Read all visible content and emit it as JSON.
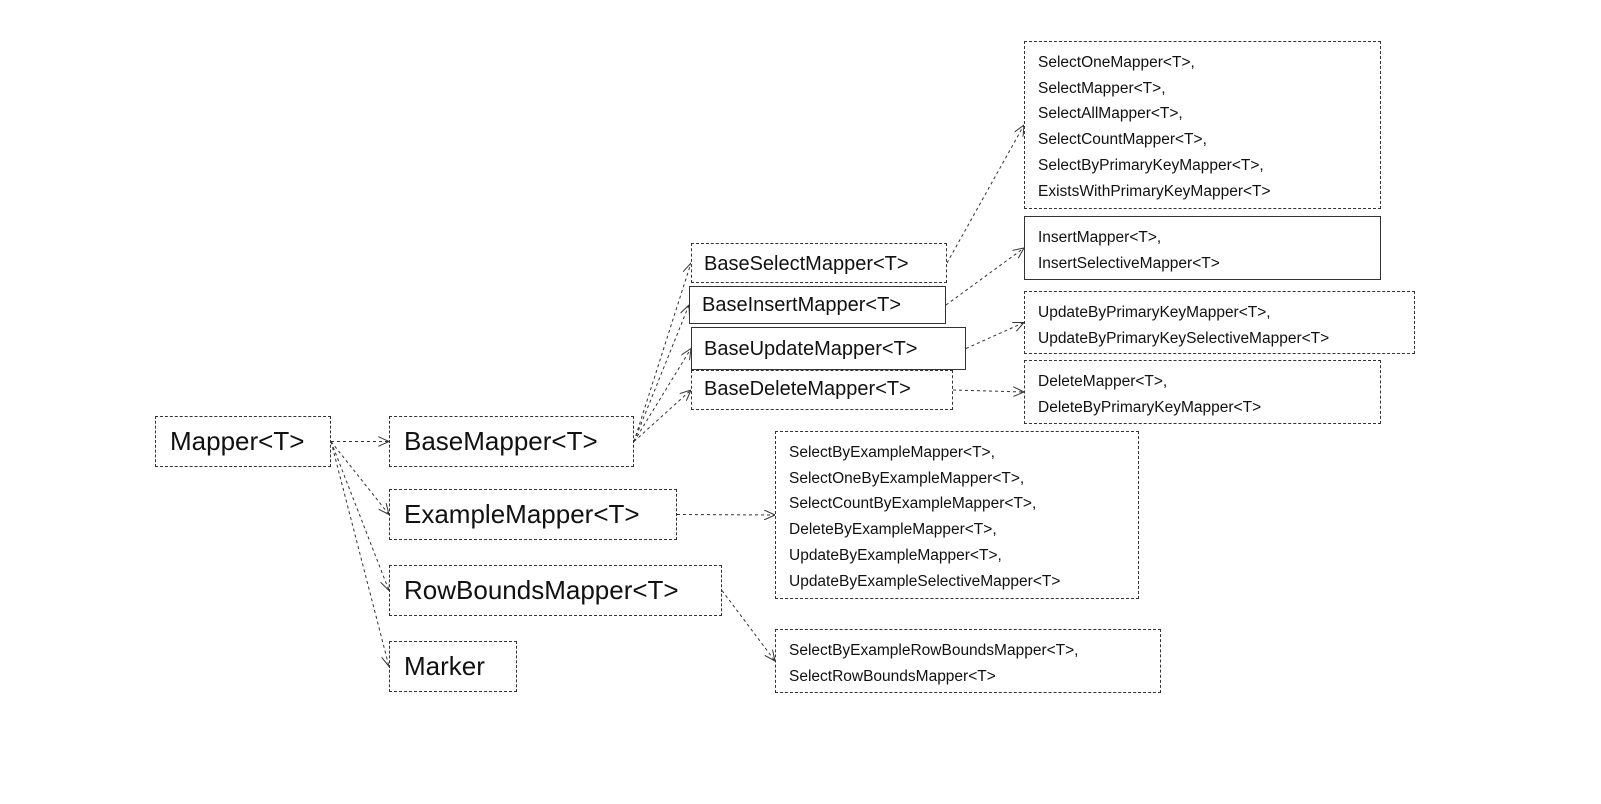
{
  "nodes": {
    "mapper": "Mapper<T>",
    "base_mapper": "BaseMapper<T>",
    "example_mapper": "ExampleMapper<T>",
    "rowbounds_mapper": "RowBoundsMapper<T>",
    "marker": "Marker",
    "base_select_mapper": "BaseSelectMapper<T>",
    "base_insert_mapper": "BaseInsertMapper<T>",
    "base_update_mapper": "BaseUpdateMapper<T>",
    "base_delete_mapper": "BaseDeleteMapper<T>"
  },
  "groups": {
    "select": [
      "SelectOneMapper<T>,",
      "SelectMapper<T>,",
      "SelectAllMapper<T>,",
      "SelectCountMapper<T>,",
      "SelectByPrimaryKeyMapper<T>,",
      "ExistsWithPrimaryKeyMapper<T>"
    ],
    "insert": [
      "InsertMapper<T>,",
      "InsertSelectiveMapper<T>"
    ],
    "update": [
      "UpdateByPrimaryKeyMapper<T>,",
      "UpdateByPrimaryKeySelectiveMapper<T>"
    ],
    "delete": [
      "DeleteMapper<T>,",
      "DeleteByPrimaryKeyMapper<T>"
    ],
    "example": [
      "SelectByExampleMapper<T>,",
      "SelectOneByExampleMapper<T>,",
      "SelectCountByExampleMapper<T>,",
      "DeleteByExampleMapper<T>,",
      "UpdateByExampleMapper<T>,",
      "UpdateByExampleSelectiveMapper<T>"
    ],
    "rowbounds": [
      "SelectByExampleRowBoundsMapper<T>,",
      "SelectRowBoundsMapper<T>"
    ]
  },
  "edges": [
    {
      "from": "mapper",
      "to": "base_mapper"
    },
    {
      "from": "mapper",
      "to": "example_mapper"
    },
    {
      "from": "mapper",
      "to": "rowbounds_mapper"
    },
    {
      "from": "mapper",
      "to": "marker"
    },
    {
      "from": "base_mapper",
      "to": "base_select_mapper"
    },
    {
      "from": "base_mapper",
      "to": "base_insert_mapper"
    },
    {
      "from": "base_mapper",
      "to": "base_update_mapper"
    },
    {
      "from": "base_mapper",
      "to": "base_delete_mapper"
    },
    {
      "from": "base_select_mapper",
      "to": "select"
    },
    {
      "from": "base_insert_mapper",
      "to": "insert"
    },
    {
      "from": "base_update_mapper",
      "to": "update"
    },
    {
      "from": "base_delete_mapper",
      "to": "delete"
    },
    {
      "from": "example_mapper",
      "to": "example"
    },
    {
      "from": "rowbounds_mapper",
      "to": "rowbounds"
    }
  ]
}
